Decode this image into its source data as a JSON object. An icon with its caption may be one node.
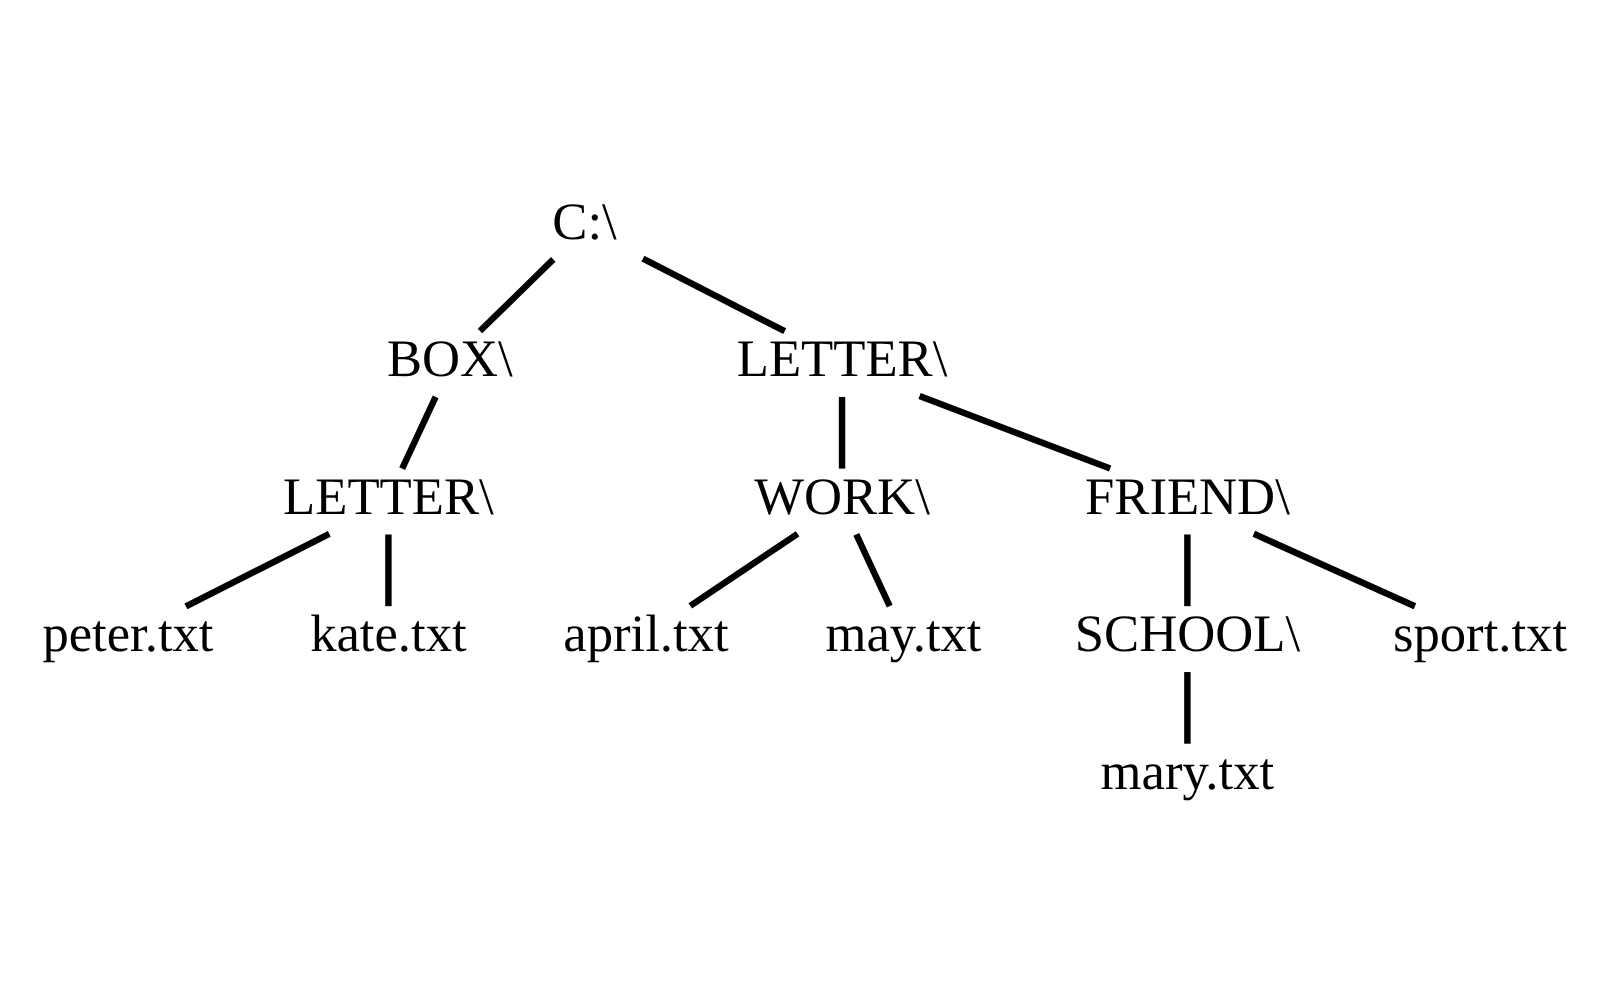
{
  "diagram": {
    "nodes": [
      {
        "text": [
          "C:\\"
        ]
      },
      {
        "text": [
          "BOX\\"
        ]
      },
      {
        "text": [
          "LETTER\\"
        ]
      },
      {
        "text": [
          "LETTER\\"
        ]
      },
      {
        "text": [
          "WORK\\"
        ]
      },
      {
        "text": [
          "FRIEND\\"
        ]
      },
      {
        "text": [
          "peter.txt"
        ]
      },
      {
        "text": [
          "kate.txt"
        ]
      },
      {
        "text": [
          "april.txt"
        ]
      },
      {
        "text": [
          "may.txt"
        ]
      },
      {
        "text": [
          "SCHOOL\\"
        ]
      },
      {
        "text": [
          "sport.txt"
        ]
      },
      {
        "text": [
          "mary.txt"
        ]
      }
    ],
    "edges": [
      {
        "from": 0,
        "to": 1,
        "arrow": "none"
      },
      {
        "from": 0,
        "to": 2,
        "arrow": "none"
      },
      {
        "from": 1,
        "to": 3,
        "arrow": "none"
      },
      {
        "from": 2,
        "to": 4,
        "arrow": "none"
      },
      {
        "from": 2,
        "to": 5,
        "arrow": "none"
      },
      {
        "from": 3,
        "to": 6,
        "arrow": "none"
      },
      {
        "from": 3,
        "to": 7,
        "arrow": "none"
      },
      {
        "from": 4,
        "to": 8,
        "arrow": "none"
      },
      {
        "from": 4,
        "to": 9,
        "arrow": "none"
      },
      {
        "from": 5,
        "to": 10,
        "arrow": "none"
      },
      {
        "from": 5,
        "to": 11,
        "arrow": "none"
      },
      {
        "from": 10,
        "to": 12,
        "arrow": "none"
      }
    ]
  }
}
